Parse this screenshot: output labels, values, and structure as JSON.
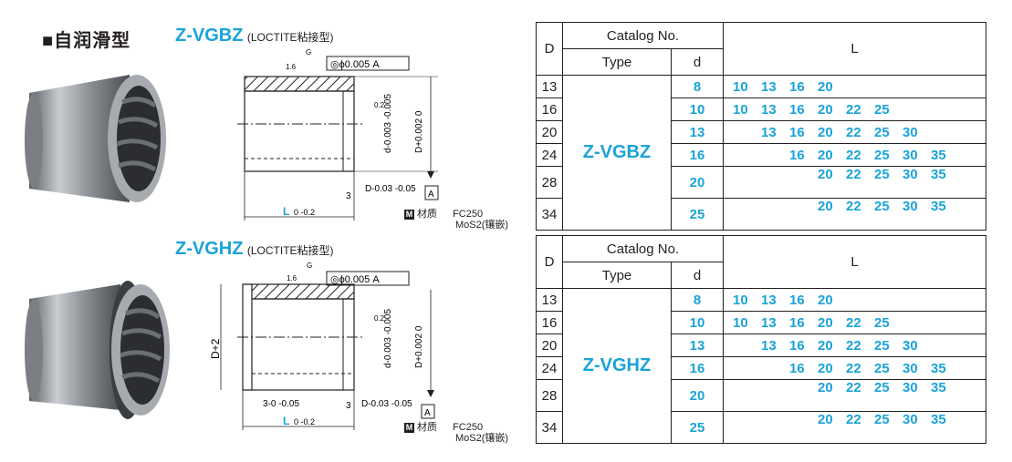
{
  "section_title": "■自润滑型",
  "products": [
    {
      "model": "Z-VGBZ",
      "subtitle": "(LOCTITE粘接型)",
      "drawing": {
        "roughness_top": "1.6",
        "roughness_g": "G",
        "concentricity": "◎ϕ0.005 A",
        "d_tol": "d-0.003 -0.005",
        "D_tol": "D+0.002 0",
        "roughness_in": "0.2",
        "outer_tol": "D-0.03 -0.05",
        "chamfer": "3",
        "datum": "A",
        "length": "L",
        "length_tol": "0 -0.2"
      },
      "material": {
        "label": "材质",
        "line1": "FC250",
        "line2": "MoS2(镶嵌)"
      }
    },
    {
      "model": "Z-VGHZ",
      "subtitle": "(LOCTITE粘接型)",
      "drawing": {
        "roughness_top": "1.6",
        "roughness_g": "G",
        "concentricity": "◎ϕ0.005 A",
        "d_tol": "d-0.003 -0.005",
        "D_tol": "D+0.002 0",
        "flange": "D+2",
        "roughness_in": "0.2",
        "flange_len": "3-0 -0.05",
        "outer_tol": "D-0.03 -0.05",
        "chamfer": "3",
        "datum": "A",
        "length": "L",
        "length_tol": "0 -0.2"
      },
      "material": {
        "label": "材质",
        "line1": "FC250",
        "line2": "MoS2(镶嵌)"
      }
    }
  ],
  "tables": [
    {
      "header": {
        "D": "D",
        "catalog": "Catalog No.",
        "type": "Type",
        "d": "d",
        "L": "L"
      },
      "type_name": "Z-VGBZ",
      "rows": [
        {
          "D": "13",
          "d": "8",
          "L": [
            "10",
            "13",
            "16",
            "20",
            "",
            ""
          ],
          "offset": 0
        },
        {
          "D": "16",
          "d": "10",
          "L": [
            "10",
            "13",
            "16",
            "20",
            "22",
            "25"
          ],
          "offset": 0
        },
        {
          "D": "20",
          "d": "13",
          "L": [
            "13",
            "16",
            "20",
            "22",
            "25",
            "30"
          ],
          "offset": 1
        },
        {
          "D": "24",
          "d": "16",
          "L": [
            "16",
            "20",
            "22",
            "25",
            "30",
            "35"
          ],
          "offset": 2
        },
        {
          "D": "28",
          "d": "20",
          "L": [
            "20",
            "22",
            "25",
            "30",
            "35",
            ""
          ],
          "offset": 3
        },
        {
          "D": "34",
          "d": "25",
          "L": [
            "20",
            "22",
            "25",
            "30",
            "35",
            ""
          ],
          "offset": 3
        }
      ]
    },
    {
      "header": {
        "D": "D",
        "catalog": "Catalog No.",
        "type": "Type",
        "d": "d",
        "L": "L"
      },
      "type_name": "Z-VGHZ",
      "rows": [
        {
          "D": "13",
          "d": "8",
          "L": [
            "10",
            "13",
            "16",
            "20",
            "",
            ""
          ],
          "offset": 0
        },
        {
          "D": "16",
          "d": "10",
          "L": [
            "10",
            "13",
            "16",
            "20",
            "22",
            "25"
          ],
          "offset": 0
        },
        {
          "D": "20",
          "d": "13",
          "L": [
            "13",
            "16",
            "20",
            "22",
            "25",
            "30"
          ],
          "offset": 1
        },
        {
          "D": "24",
          "d": "16",
          "L": [
            "16",
            "20",
            "22",
            "25",
            "30",
            "35"
          ],
          "offset": 2
        },
        {
          "D": "28",
          "d": "20",
          "L": [
            "20",
            "22",
            "25",
            "30",
            "35",
            ""
          ],
          "offset": 3
        },
        {
          "D": "34",
          "d": "25",
          "L": [
            "20",
            "22",
            "25",
            "30",
            "35",
            ""
          ],
          "offset": 3
        }
      ]
    }
  ],
  "colors": {
    "accent": "#1aa3d9",
    "text": "#231f20"
  }
}
